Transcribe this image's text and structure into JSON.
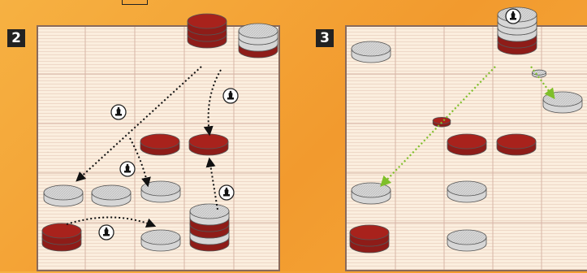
{
  "panels": [
    {
      "id": "board2",
      "label": "2"
    },
    {
      "id": "board3",
      "label": "3"
    }
  ],
  "colors": {
    "red_piece": "#8e1c18",
    "white_piece": "#d6d6d6",
    "board_bg": "#fbeede",
    "background": "#f4a338",
    "arrow_black": "#111111",
    "arrow_green": "#7fbf2a"
  },
  "icons": {
    "move_marker": "bishop-icon"
  }
}
